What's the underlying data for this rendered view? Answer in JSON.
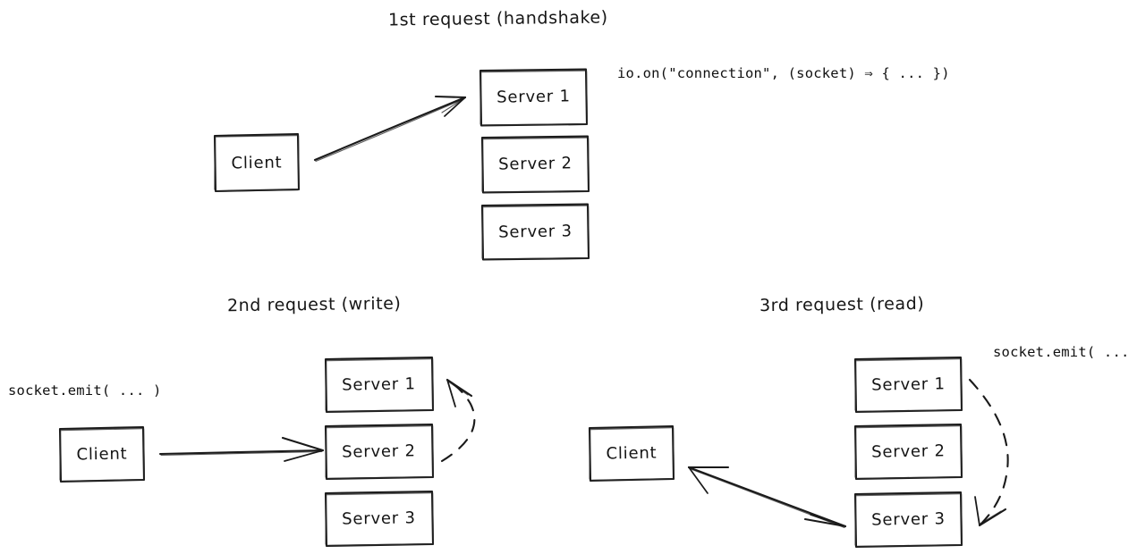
{
  "diagram": {
    "title_hidden": "",
    "stroke_color": "#1a1a1a",
    "background_color": "#ffffff",
    "sections": [
      {
        "id": "handshake",
        "heading": "1st request (handshake)",
        "code_annotation": "io.on(\"connection\", (socket) ⇒ {  ...  })",
        "client_label": "Client",
        "servers": [
          "Server 1",
          "Server 2",
          "Server 3"
        ],
        "arrow_description": "solid arrow from Client to Server 1"
      },
      {
        "id": "write",
        "heading": "2nd request (write)",
        "code_annotation": "socket.emit( ... )",
        "client_label": "Client",
        "servers": [
          "Server 1",
          "Server 2",
          "Server 3"
        ],
        "arrow_description": "solid arrow Client to Server 2; dashed curved arrow Server 2 to Server 1"
      },
      {
        "id": "read",
        "heading": "3rd request (read)",
        "code_annotation": "socket.emit( ... )",
        "client_label": "Client",
        "servers": [
          "Server 1",
          "Server 2",
          "Server 3"
        ],
        "arrow_description": "double headed solid arrow between Client and Server 3; dashed curved arrow Server 1 to Server 3"
      }
    ]
  }
}
